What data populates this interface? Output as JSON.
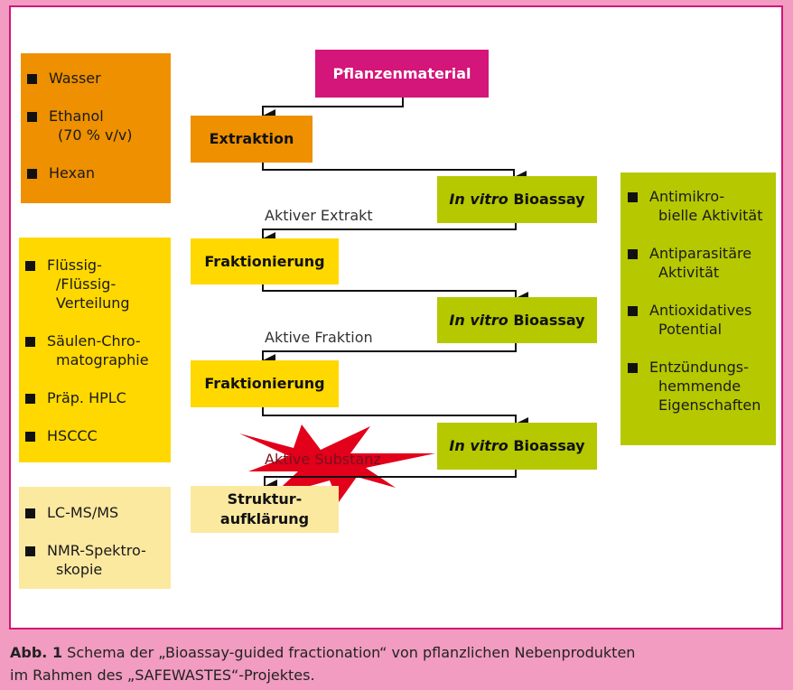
{
  "colors": {
    "page_bg": "#f19cc0",
    "frame_border": "#d4157a",
    "magenta": "#d4157a",
    "orange": "#ee9000",
    "yellow": "#ffd800",
    "pale_yellow": "#fce9a0",
    "green": "#b5c800",
    "red_star": "#e2001a"
  },
  "left_panels": [
    {
      "items": [
        "Wasser",
        "Ethanol\n(70 % v/v)",
        "Hexan"
      ]
    },
    {
      "items": [
        "Flüssig-\n/Flüssig-\nVerteilung",
        "Säulen-Chro-\nmatographie",
        "Präp. HPLC",
        "HSCCC"
      ]
    },
    {
      "items": [
        "LC-MS/MS",
        "NMR-Spektro-\nskopie"
      ]
    }
  ],
  "right_panel": {
    "items": [
      "Antimikro-\nbielle Aktivität",
      "Antiparasitäre\nAktivität",
      "Antioxidatives\nPotential",
      "Entzündungs-\nhemmende\nEigenschaften"
    ]
  },
  "nodes": {
    "plant": "Pflanzenmaterial",
    "extraction": "Extraktion",
    "bioassay_italic": "In vitro",
    "bioassay_rest": "Bioassay",
    "fraction1": "Fraktionierung",
    "fraction2": "Fraktionierung",
    "structure_line1": "Struktur-",
    "structure_line2": "aufklärung"
  },
  "edge_labels": {
    "active_extract": "Aktiver Extrakt",
    "active_fraction": "Aktive Fraktion",
    "active_substance": "Aktive Substanz"
  },
  "caption": {
    "label": "Abb. 1",
    "text_line1": " Schema der „Bioassay-guided fractionation“ von pflanzlichen Nebenprodukten",
    "text_line2": "im Rahmen des „SAFEWASTES“-Projektes."
  }
}
